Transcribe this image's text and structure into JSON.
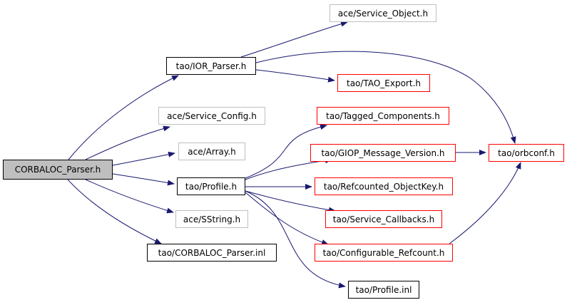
{
  "diagram": {
    "edge_color": "#191970",
    "nodes": {
      "corbaloc_parser_h": {
        "label": "CORBALOC_Parser.h",
        "style": "root"
      },
      "ior_parser_h": {
        "label": "tao/IOR_Parser.h",
        "style": "black"
      },
      "service_object_h": {
        "label": "ace/Service_Object.h",
        "style": "gray"
      },
      "tao_export_h": {
        "label": "tao/TAO_Export.h",
        "style": "red"
      },
      "service_config_h": {
        "label": "ace/Service_Config.h",
        "style": "gray"
      },
      "tagged_components_h": {
        "label": "tao/Tagged_Components.h",
        "style": "red"
      },
      "array_h": {
        "label": "ace/Array.h",
        "style": "gray"
      },
      "giop_message_version_h": {
        "label": "tao/GIOP_Message_Version.h",
        "style": "red"
      },
      "orbconf_h": {
        "label": "tao/orbconf.h",
        "style": "red"
      },
      "profile_h": {
        "label": "tao/Profile.h",
        "style": "black"
      },
      "refcounted_objectkey_h": {
        "label": "tao/Refcounted_ObjectKey.h",
        "style": "red"
      },
      "sstring_h": {
        "label": "ace/SString.h",
        "style": "gray"
      },
      "service_callbacks_h": {
        "label": "tao/Service_Callbacks.h",
        "style": "red"
      },
      "corbaloc_parser_inl": {
        "label": "tao/CORBALOC_Parser.inl",
        "style": "black"
      },
      "configurable_refcount_h": {
        "label": "tao/Configurable_Refcount.h",
        "style": "red"
      },
      "profile_inl": {
        "label": "tao/Profile.inl",
        "style": "black"
      }
    },
    "edges": [
      [
        "corbaloc_parser_h",
        "ior_parser_h"
      ],
      [
        "corbaloc_parser_h",
        "service_config_h"
      ],
      [
        "corbaloc_parser_h",
        "array_h"
      ],
      [
        "corbaloc_parser_h",
        "profile_h"
      ],
      [
        "corbaloc_parser_h",
        "sstring_h"
      ],
      [
        "corbaloc_parser_h",
        "corbaloc_parser_inl"
      ],
      [
        "ior_parser_h",
        "service_object_h"
      ],
      [
        "ior_parser_h",
        "tao_export_h"
      ],
      [
        "ior_parser_h",
        "orbconf_h"
      ],
      [
        "profile_h",
        "tagged_components_h"
      ],
      [
        "profile_h",
        "giop_message_version_h"
      ],
      [
        "profile_h",
        "refcounted_objectkey_h"
      ],
      [
        "profile_h",
        "service_callbacks_h"
      ],
      [
        "profile_h",
        "configurable_refcount_h"
      ],
      [
        "profile_h",
        "profile_inl"
      ],
      [
        "giop_message_version_h",
        "orbconf_h"
      ],
      [
        "configurable_refcount_h",
        "orbconf_h"
      ]
    ]
  }
}
